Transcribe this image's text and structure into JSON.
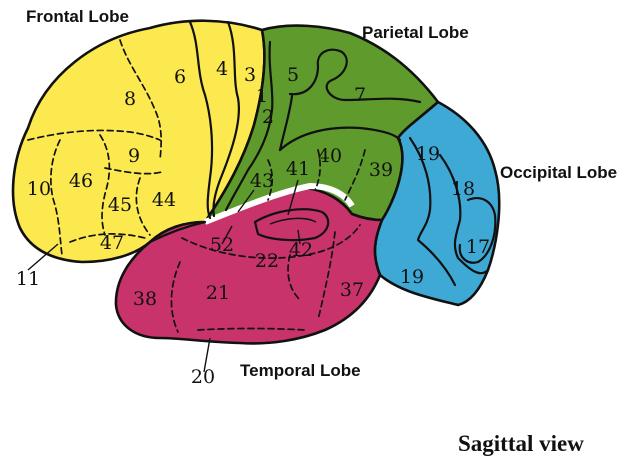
{
  "colors": {
    "frontal": "#fce94f",
    "parietal": "#5f9a2c",
    "occipital": "#3fa9d6",
    "temporal": "#c8336b",
    "outline": "#111111"
  },
  "lobes": {
    "frontal": "Frontal Lobe",
    "parietal": "Parietal Lobe",
    "occipital": "Occipital Lobe",
    "temporal": "Temporal Lobe"
  },
  "view_title": "Sagittal view",
  "areas": {
    "a1": "1",
    "a2": "2",
    "a3": "3",
    "a4": "4",
    "a5": "5",
    "a6": "6",
    "a7": "7",
    "a8": "8",
    "a9": "9",
    "a10": "10",
    "a11": "11",
    "a17": "17",
    "a18": "18",
    "a19_upper": "19",
    "a19_lower": "19",
    "a20": "20",
    "a21": "21",
    "a22": "22",
    "a37": "37",
    "a38": "38",
    "a39": "39",
    "a40": "40",
    "a41": "41",
    "a42": "42",
    "a43": "43",
    "a44": "44",
    "a45": "45",
    "a46": "46",
    "a47": "47",
    "a52": "52"
  }
}
